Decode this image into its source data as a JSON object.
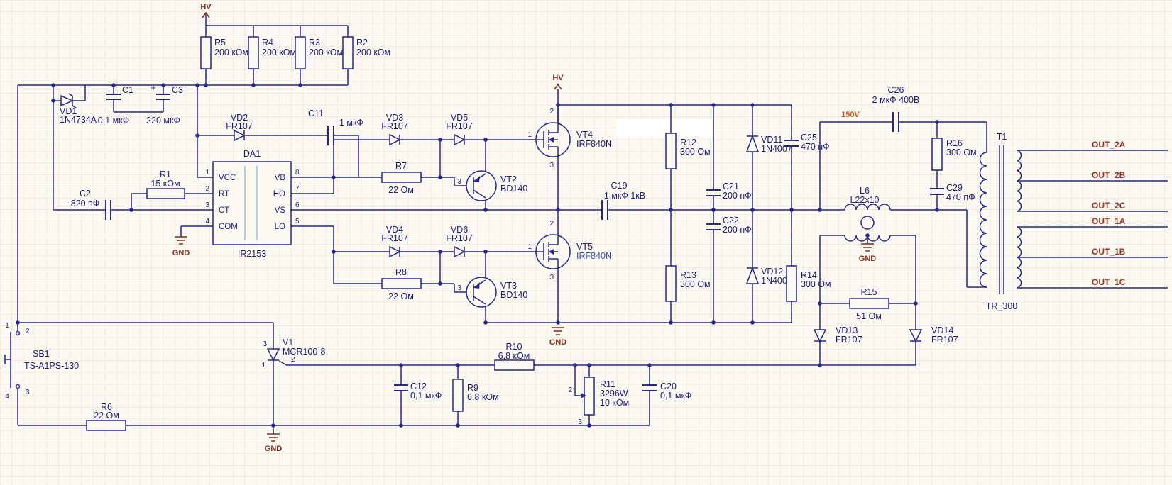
{
  "colors": {
    "background": "#fbf9f1",
    "grid": "#e7decb",
    "wire": "#26268c",
    "text": "#1c1c80",
    "power_label": "#8a2d1c",
    "net_label": "#993322",
    "rail_label": "#c25a14",
    "ic_inner": "#93bcdf",
    "part_blue": "#3b55c0"
  },
  "power": {
    "hv": "HV",
    "gnd": "GND",
    "v150": "150V"
  },
  "outputs": {
    "o2a": "OUT_2A",
    "o2b": "OUT_2B",
    "o2c": "OUT_2C",
    "o1a": "OUT_1A",
    "o1b": "OUT_1B",
    "o1c": "OUT_1C"
  },
  "ic": {
    "ref": "DA1",
    "part": "IR2153",
    "left": [
      {
        "n": "1",
        "l": "VCC"
      },
      {
        "n": "2",
        "l": "RT"
      },
      {
        "n": "3",
        "l": "CT"
      },
      {
        "n": "4",
        "l": "COM"
      }
    ],
    "right": [
      {
        "n": "8",
        "l": "VB"
      },
      {
        "n": "7",
        "l": "HO"
      },
      {
        "n": "6",
        "l": "VS"
      },
      {
        "n": "5",
        "l": "LO"
      }
    ]
  },
  "pins": {
    "mos_g": "1",
    "mos_d": "2",
    "mos_s": "3",
    "bjt_b": "3",
    "thy_a": "3",
    "thy_g": "1",
    "thy_k": "2",
    "trim_w": "2",
    "trim_b": "3",
    "sw1": "1",
    "sw2": "2",
    "sw3": "3",
    "sw4": "4"
  },
  "components": {
    "R1": {
      "r": "R1",
      "v": "15 кОм"
    },
    "R2": {
      "r": "R2",
      "v": "200 кОм"
    },
    "R3": {
      "r": "R3",
      "v": "200 кОм"
    },
    "R4": {
      "r": "R4",
      "v": "200 кОм"
    },
    "R5": {
      "r": "R5",
      "v": "200 кОм"
    },
    "R6": {
      "r": "R6",
      "v": "22 Ом"
    },
    "R7": {
      "r": "R7",
      "v": "22 Ом"
    },
    "R8": {
      "r": "R8",
      "v": "22 Ом"
    },
    "R9": {
      "r": "R9",
      "v": "6,8 кОм"
    },
    "R10": {
      "r": "R10",
      "v": "6,8 кОм"
    },
    "R11": {
      "r": "R11",
      "v": "3296W",
      "v2": "10 кОм"
    },
    "R12": {
      "r": "R12",
      "v": "300 Ом"
    },
    "R13": {
      "r": "R13",
      "v": "300 Ом"
    },
    "R14": {
      "r": "R14",
      "v": "300 Ом"
    },
    "R15": {
      "r": "R15",
      "v": "51 Ом"
    },
    "R16": {
      "r": "R16",
      "v": "300 Ом"
    },
    "C1": {
      "r": "C1",
      "v": "0,1 мкФ"
    },
    "C2": {
      "r": "C2",
      "v": "820 пФ"
    },
    "C3": {
      "r": "C3",
      "v": "220 мкФ",
      "plus": "+"
    },
    "C11": {
      "r": "C11",
      "v": "1 мкФ"
    },
    "C12": {
      "r": "C12",
      "v": "0,1 мкФ"
    },
    "C19": {
      "r": "C19",
      "v": "1 мкФ 1кВ"
    },
    "C20": {
      "r": "C20",
      "v": "0,1 мкФ"
    },
    "C21": {
      "r": "C21",
      "v": "200 пФ"
    },
    "C22": {
      "r": "C22",
      "v": "200 пФ"
    },
    "C25": {
      "r": "C25",
      "v": "470 пФ"
    },
    "C26": {
      "r": "C26",
      "v": "2 мкФ 400В"
    },
    "C29": {
      "r": "C29",
      "v": "470 пФ"
    },
    "VD1": {
      "r": "VD1",
      "v": "1N4734A"
    },
    "VD2": {
      "r": "VD2",
      "v": "FR107"
    },
    "VD3": {
      "r": "VD3",
      "v": "FR107"
    },
    "VD4": {
      "r": "VD4",
      "v": "FR107"
    },
    "VD5": {
      "r": "VD5",
      "v": "FR107"
    },
    "VD6": {
      "r": "VD6",
      "v": "FR107"
    },
    "VD11": {
      "r": "VD11",
      "v": "1N4007"
    },
    "VD12": {
      "r": "VD12",
      "v": "1N4007"
    },
    "VD13": {
      "r": "VD13",
      "v": "FR107"
    },
    "VD14": {
      "r": "VD14",
      "v": "FR107"
    },
    "VT2": {
      "r": "VT2",
      "v": "BD140"
    },
    "VT3": {
      "r": "VT3",
      "v": "BD140"
    },
    "VT4": {
      "r": "VT4",
      "v": "IRF840N"
    },
    "VT5": {
      "r": "VT5",
      "v": "IRF840N"
    },
    "V1": {
      "r": "V1",
      "v": "MCR100-8"
    },
    "SB1": {
      "r": "SB1",
      "v": "TS-A1PS-130"
    },
    "L6": {
      "r": "L6",
      "v": "L22x10"
    },
    "T1": {
      "r": "T1",
      "v": "TR_300"
    }
  }
}
